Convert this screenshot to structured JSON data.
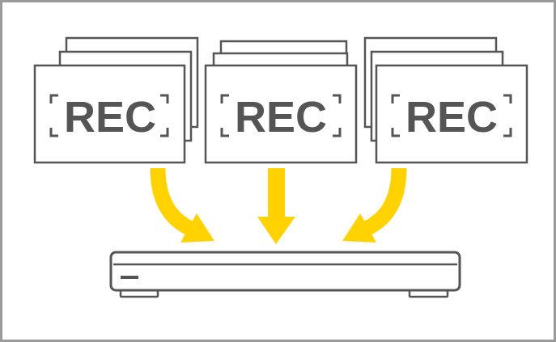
{
  "diagram": {
    "recordings": [
      {
        "label": "REC"
      },
      {
        "label": "REC"
      },
      {
        "label": "REC"
      }
    ],
    "colors": {
      "frame_border": "#9a9a9a",
      "stroke": "#555555",
      "arrow": "#ffd200",
      "background": "#ffffff"
    },
    "icons": {
      "recording": "rec-screen-icon",
      "recorder": "recorder-device-icon"
    }
  }
}
